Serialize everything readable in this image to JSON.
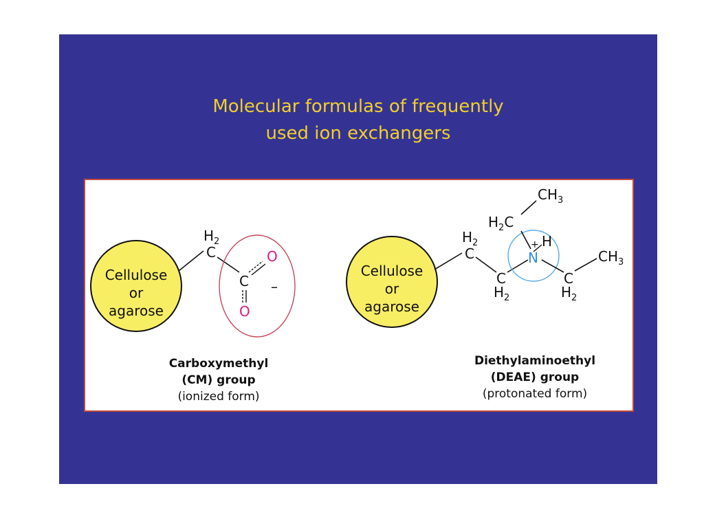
{
  "slide": {
    "title_line1": "Molecular formulas of frequently",
    "title_line2": "used ion exchangers"
  },
  "colors": {
    "background": "#343393",
    "title": "#f2cf2a",
    "frame_border": "#c24a3a",
    "support_circle": "#f7ee64",
    "oxygen": "#e0187a",
    "nitrogen": "#2f8fd8",
    "highlight_cm": "#c7455a",
    "highlight_deae": "#5aa9e6"
  },
  "cm": {
    "support_line1": "Cellulose",
    "support_line2": "or",
    "support_line3": "agarose",
    "h2": "H",
    "h2_sub": "2",
    "c1": "C",
    "c2": "C",
    "o_top": "O",
    "o_bottom": "O",
    "charge": "–",
    "name_line1": "Carboxymethyl",
    "name_line2": "(CM) group",
    "name_line3": "(ionized form)"
  },
  "deae": {
    "support_line1": "Cellulose",
    "support_line2": "or",
    "support_line3": "agarose",
    "c1": "C",
    "c1_h": "H",
    "c1_sub": "2",
    "c2": "C",
    "c2_h": "H",
    "c2_sub": "2",
    "n": "N",
    "plus": "+",
    "n_h": "H",
    "upper_ch2_h": "H",
    "upper_ch2_sub": "2",
    "upper_ch2_c": "C",
    "upper_ch3": "CH",
    "upper_ch3_sub": "3",
    "right_c": "C",
    "right_c_h": "H",
    "right_c_sub": "2",
    "right_ch3": "CH",
    "right_ch3_sub": "3",
    "name_line1": "Diethylaminoethyl",
    "name_line2": "(DEAE) group",
    "name_line3": "(protonated form)"
  }
}
